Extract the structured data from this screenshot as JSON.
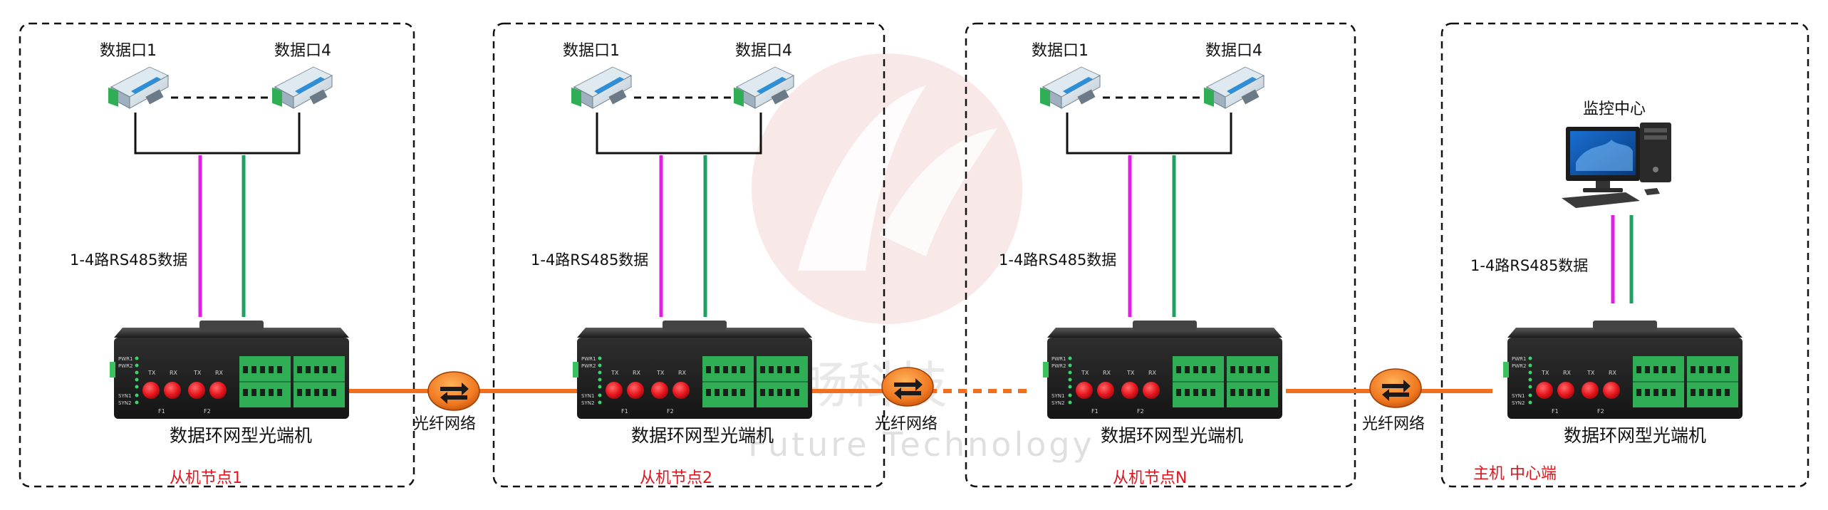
{
  "watermark": {
    "cn": "畅科技",
    "en": "Future Technology"
  },
  "sections": [
    {
      "node_label": "从机节点1",
      "port1_label": "数据口1",
      "port4_label": "数据口4",
      "data_label": "1-4路RS485数据",
      "device_label": "数据环网型光端机"
    },
    {
      "node_label": "从机节点2",
      "port1_label": "数据口1",
      "port4_label": "数据口4",
      "data_label": "1-4路RS485数据",
      "device_label": "数据环网型光端机"
    },
    {
      "node_label": "从机节点N",
      "port1_label": "数据口1",
      "port4_label": "数据口4",
      "data_label": "1-4路RS485数据",
      "device_label": "数据环网型光端机"
    },
    {
      "node_label": "主机 中心端",
      "monitor_label": "监控中心",
      "data_label": "1-4路RS485数据",
      "device_label": "数据环网型光端机"
    }
  ],
  "network_label": "光纤网络",
  "device_face": {
    "led_labels": [
      "PWR1",
      "PWR2",
      "SYN1",
      "SYN2"
    ],
    "port_labels": [
      "TX",
      "RX",
      "TX",
      "RX"
    ],
    "fiber_labels": [
      "F1",
      "F2"
    ]
  },
  "colors": {
    "fiber": "#f07020",
    "rs485_a": "#e020e0",
    "rs485_b": "#20a060",
    "node_label": "#e0141e",
    "device_body": "#2a2a2a",
    "terminal": "#3cc060",
    "port_red": "#e8161e",
    "watermark": "#f2d4d4"
  }
}
